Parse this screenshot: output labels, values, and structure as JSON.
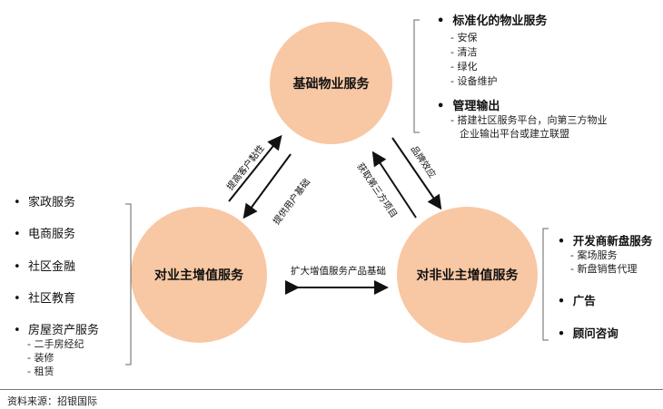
{
  "circles": {
    "top": "基础物业服务",
    "left": "对业主增值服务",
    "right": "对非业主增值服务"
  },
  "arrows": {
    "left_outer": "提高客户黏性",
    "left_inner": "提供用户基础",
    "right_outer": "品牌效应",
    "right_inner": "获取第三方项目",
    "bottom": "扩大增值服务产品基础"
  },
  "top_right": {
    "h1": "标准化的物业服务",
    "items": [
      "- 安保",
      "- 清洁",
      "- 绿化",
      "- 设备维护"
    ],
    "h2": "管理输出",
    "desc1": "- 搭建社区服务平台，向第三方物业",
    "desc2": "企业输出平台或建立联盟"
  },
  "left_list": {
    "items": [
      "家政服务",
      "电商服务",
      "社区金融",
      "社区教育",
      "房屋资产服务"
    ],
    "sub": [
      "- 二手房经纪",
      "- 装修",
      "- 租赁"
    ]
  },
  "right_list": {
    "h1": "开发商新盘服务",
    "sub": [
      "- 案场服务",
      "- 新盘销售代理"
    ],
    "h2": "广告",
    "h3": "顾问咨询"
  },
  "footer": "资料来源：招银国际"
}
